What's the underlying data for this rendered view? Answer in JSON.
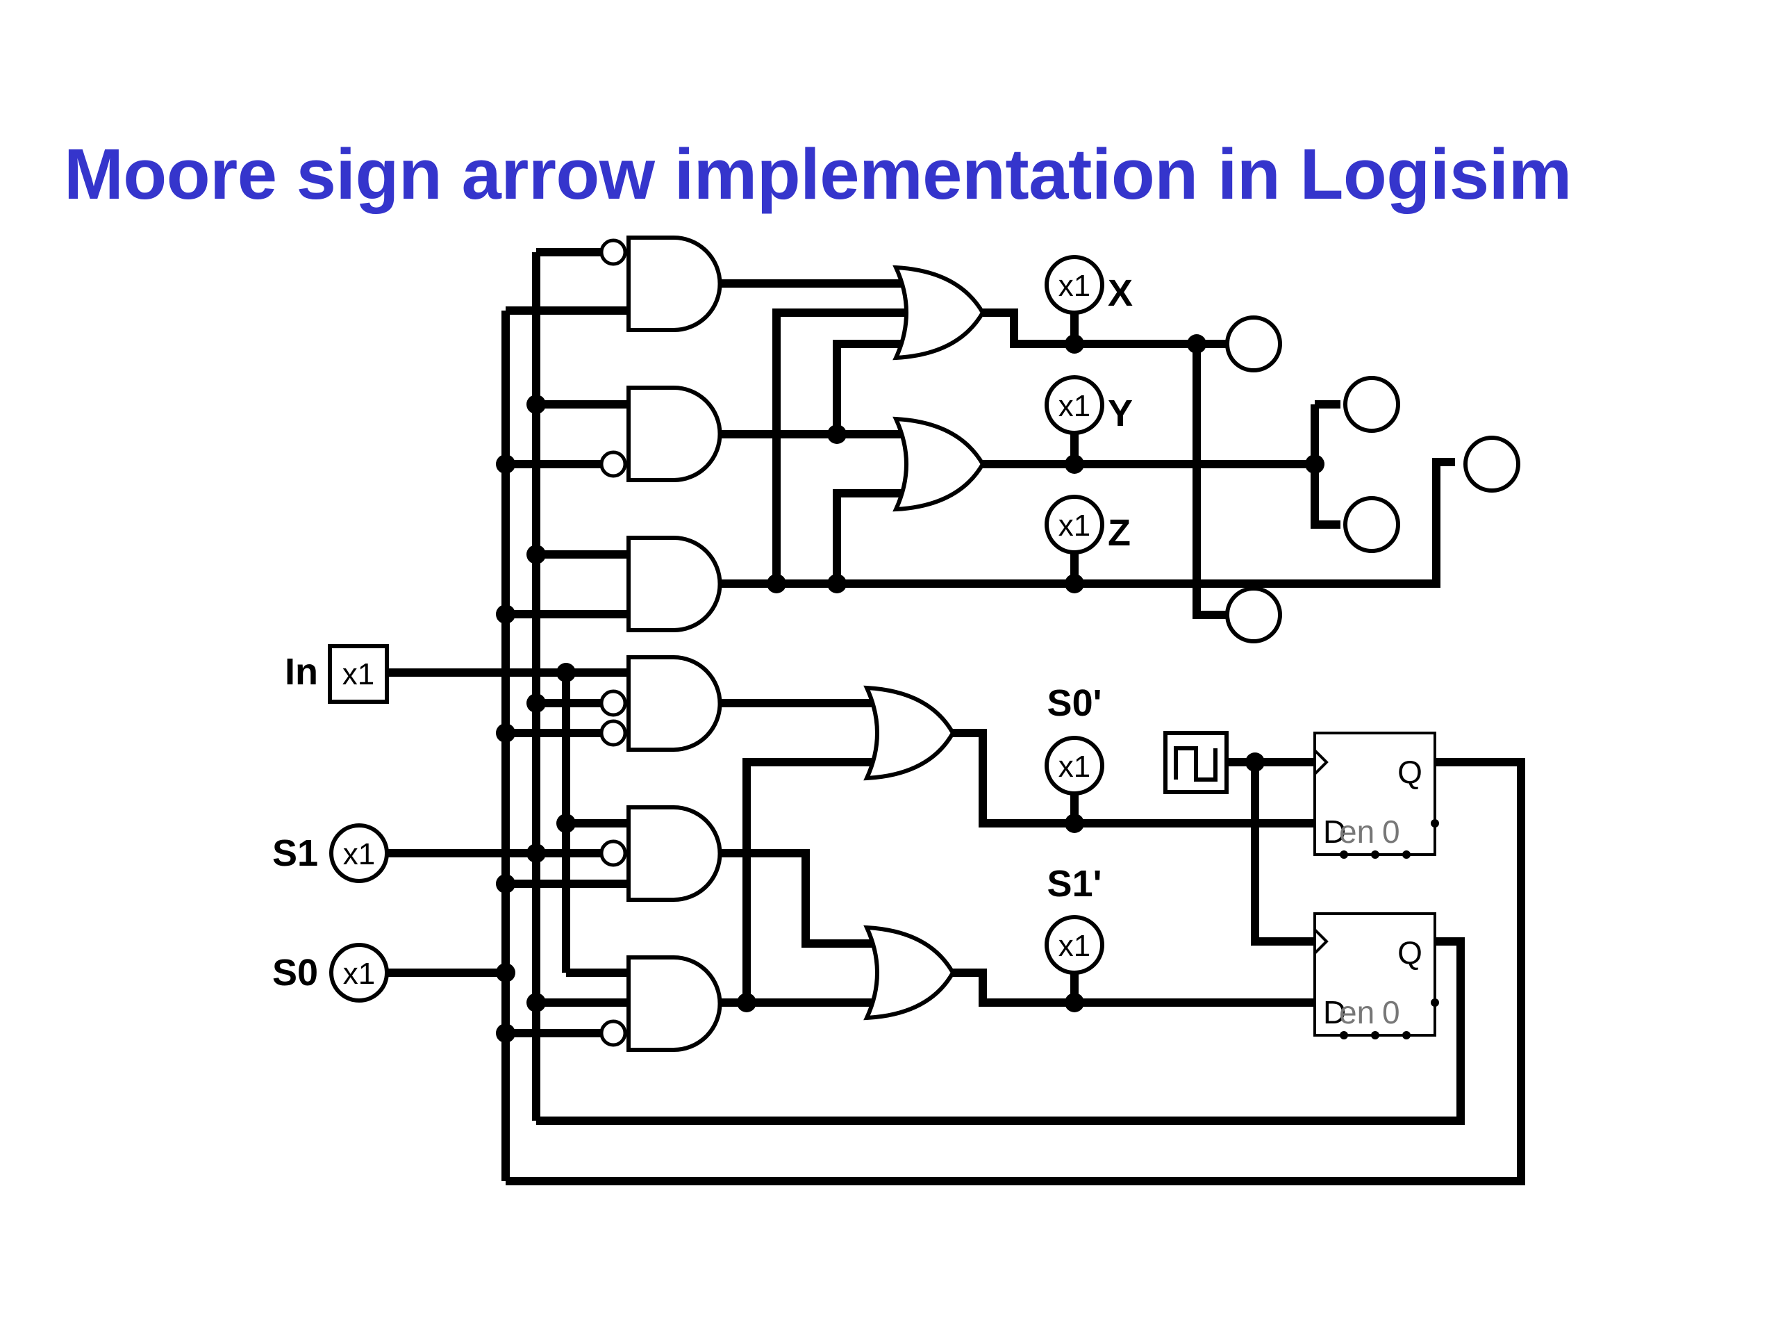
{
  "title": "Moore sign arrow implementation in Logisim",
  "inputs": [
    {
      "label": "In",
      "value": "x1"
    },
    {
      "label": "S1",
      "value": "x1"
    },
    {
      "label": "S0",
      "value": "x1"
    }
  ],
  "probes": [
    {
      "label": "X",
      "value": "x1"
    },
    {
      "label": "Y",
      "value": "x1"
    },
    {
      "label": "Z",
      "value": "x1"
    },
    {
      "label": "S0'",
      "value": "x1"
    },
    {
      "label": "S1'",
      "value": "x1"
    }
  ],
  "flip_flops": [
    {
      "output": "Q",
      "data": "D",
      "enable": "en",
      "reset": "0"
    },
    {
      "output": "Q",
      "data": "D",
      "enable": "en",
      "reset": "0"
    }
  ]
}
